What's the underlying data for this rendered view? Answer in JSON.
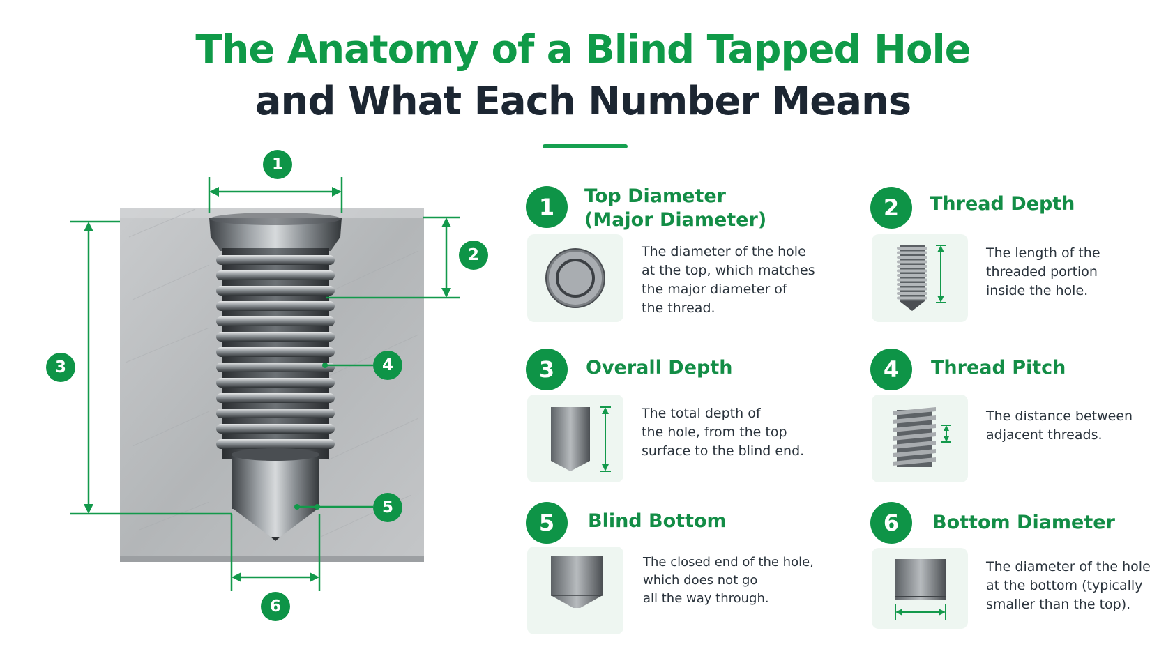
{
  "title": {
    "line1": "The Anatomy of a Blind Tapped Hole",
    "line2": "and What Each Number Means"
  },
  "colors": {
    "accent": "#0e9447",
    "heading_green": "#138d46",
    "title_dark": "#1c2632",
    "thumb_bg": "#eef6f1",
    "metal": "#b9bcbe"
  },
  "diagram_callouts": [
    "1",
    "2",
    "3",
    "4",
    "5",
    "6"
  ],
  "items": [
    {
      "number": "1",
      "title_line1": "Top Diameter",
      "title_line2": "(Major Diameter)",
      "icon": "top-view-hole-icon",
      "description": [
        "The diameter of the hole",
        "at the top, which matches",
        "the major diameter of",
        "the thread."
      ]
    },
    {
      "number": "2",
      "title_line1": "Thread Depth",
      "title_line2": "",
      "icon": "threaded-section-icon",
      "description": [
        "The length of the",
        "threaded portion",
        "inside the hole."
      ]
    },
    {
      "number": "3",
      "title_line1": "Overall Depth",
      "title_line2": "",
      "icon": "drill-depth-icon",
      "description": [
        "The total depth of",
        "the hole, from the top",
        "surface to the blind end."
      ]
    },
    {
      "number": "4",
      "title_line1": "Thread Pitch",
      "title_line2": "",
      "icon": "thread-pitch-icon",
      "description": [
        "The distance between",
        "adjacent threads."
      ]
    },
    {
      "number": "5",
      "title_line1": "Blind Bottom",
      "title_line2": "",
      "icon": "blind-bottom-icon",
      "description": [
        "The closed end of the hole,",
        "which does not go",
        "all the way through."
      ]
    },
    {
      "number": "6",
      "title_line1": "Bottom Diameter",
      "title_line2": "",
      "icon": "bottom-diameter-icon",
      "description": [
        "The diameter of the hole",
        "at the bottom (typically",
        "smaller than the top)."
      ]
    }
  ]
}
